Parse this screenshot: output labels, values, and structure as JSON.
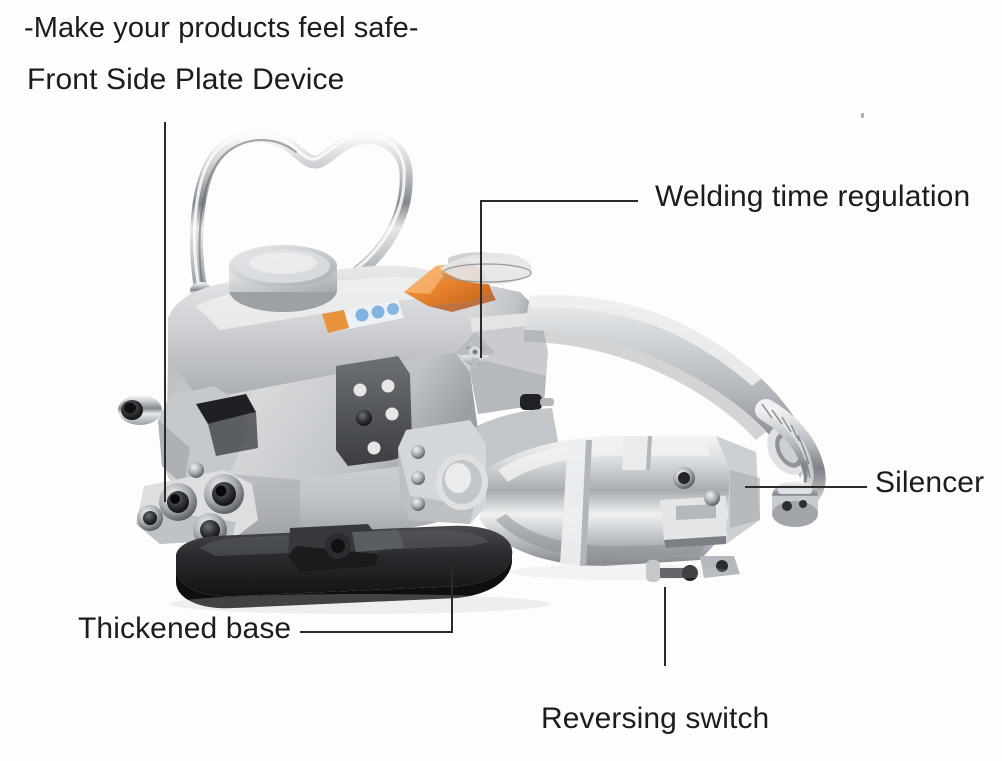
{
  "page": {
    "background_color": "#fdfdfd",
    "text_color": "#1c1c1c",
    "leader_line_color": "#2a2a2a"
  },
  "header": {
    "tagline": "-Make your products feel safe-",
    "subtitle": "Front Side Plate Device"
  },
  "annotations": [
    {
      "id": "front-side-plate",
      "label": "Front Side Plate Device",
      "leader": "vertical",
      "points_to": "front side plate / wheel assembly"
    },
    {
      "id": "welding-time-regulation",
      "label": "Welding time regulation",
      "leader": "elbow",
      "points_to": "adjustment screw on body"
    },
    {
      "id": "silencer",
      "label": "Silencer",
      "leader": "horizontal",
      "points_to": "air exhaust silencer"
    },
    {
      "id": "thickened-base",
      "label": "Thickened base",
      "leader": "elbow",
      "points_to": "black base plate"
    },
    {
      "id": "reversing-switch",
      "label": "Reversing switch",
      "leader": "vertical",
      "points_to": "lever under cylinder"
    }
  ],
  "labels": {
    "welding_time_regulation": "Welding time regulation",
    "silencer": "Silencer",
    "thickened_base": "Thickened base",
    "reversing_switch": "Reversing switch"
  },
  "product": {
    "name": "Pneumatic strapping tool",
    "colors": {
      "body_light": "#d9dadc",
      "body_mid": "#bcbec1",
      "body_shadow": "#8e9195",
      "chrome_light": "#f2f3f4",
      "chrome_dark": "#6f7478",
      "base_black": "#242427",
      "trigger_orange": "#e8822d",
      "sticker_blue": "#6fa8dc",
      "sticker_orange": "#e8923c"
    },
    "parts": [
      "wire carry handle",
      "round filler cap",
      "main aluminium body",
      "orange trigger lever",
      "info sticker",
      "front side plate with rollers",
      "thickened black base plate",
      "pistol grip handle",
      "braided air hose",
      "pneumatic cylinder",
      "silencer fitting",
      "reversing switch lever"
    ]
  }
}
